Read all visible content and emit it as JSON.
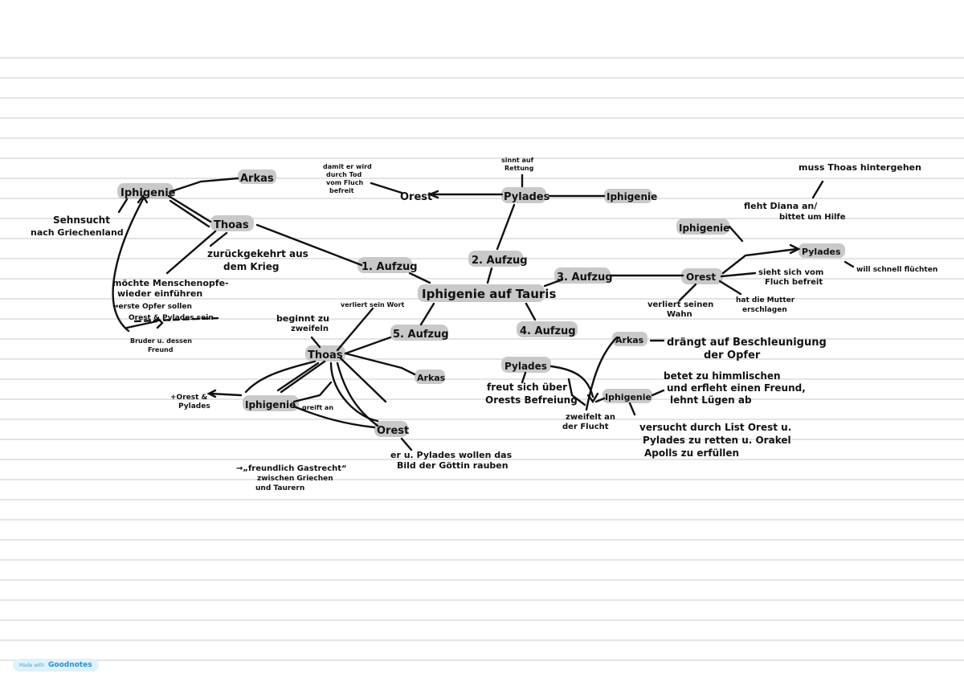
{
  "center": "Iphigenie auf Tauris",
  "acts": [
    "1. Aufzug",
    "2. Aufzug",
    "3. Aufzug",
    "4. Aufzug",
    "5. Aufzug"
  ],
  "a1": {
    "iphigenie": "Iphigenie",
    "arkas": "Arkas",
    "thoas": "Thoas",
    "sehnsucht1": "Sehnsucht",
    "sehnsucht2": "nach Griechenland",
    "zurueck1": "zurückgekehrt aus",
    "zurueck2": "dem Krieg",
    "moechte1": "möchte Menschenopfe-",
    "moechte2": "wieder einführen",
    "opfer1": "→erste Opfer sollen",
    "opfer2": "Orest & Pylades sein",
    "bruder1": "Bruder u. dessen",
    "bruder2": "Freund"
  },
  "a2": {
    "orest": "Orest",
    "pylades": "Pylades",
    "iphigenie": "Iphigenie",
    "fluch1": "damit er wird",
    "fluch2": "durch Tod",
    "fluch3": "vom Fluch",
    "fluch4": "befreit",
    "rettung1": "sinnt auf",
    "rettung2": "Rettung"
  },
  "a3": {
    "iphigenie": "Iphigenie",
    "orest": "Orest",
    "pylades": "Pylades",
    "thoas1": "muss Thoas hintergehen",
    "diana1": "fleht Diana an/",
    "diana2": "bittet um Hilfe",
    "fluch1": "sieht sich vom",
    "fluch2": "Fluch befreit",
    "flucht": "will schnell flüchten",
    "wahn1": "verliert seinen",
    "wahn2": "Wahn",
    "mutter1": "hat die Mutter",
    "mutter2": "erschlagen"
  },
  "a4": {
    "arkas": "Arkas",
    "pylades": "Pylades",
    "iphigenie": "Iphigenie",
    "drang1": "drängt auf Beschleunigung",
    "drang2": "der Opfer",
    "freut1": "freut sich über",
    "freut2": "Orests Befreiung",
    "zweifelt1": "zweifelt an",
    "zweifelt2": "der Flucht",
    "betet1": "betet zu himmlischen",
    "betet2": "und erfleht einen Freund,",
    "betet3": "lehnt Lügen ab",
    "list1": "versucht durch List Orest u.",
    "list2": "Pylades zu retten u. Orakel",
    "list3": "Apolls zu erfüllen"
  },
  "a5": {
    "thoas": "Thoas",
    "arkas": "Arkas",
    "iphigenie": "Iphigenie",
    "orest": "Orest",
    "beginnt1": "beginnt zu",
    "beginnt2": "zweifeln",
    "verliert": "verliert sein Wort",
    "griechen1": "+Orest &",
    "griechen2": "Pylades",
    "bild1": "er u. Pylades wollen das",
    "bild2": "Bild der Göttin rauben",
    "freund1": "→„freundlich Gastrecht“",
    "freund2": "zwischen Griechen",
    "freund3": "und Taurern",
    "greift": "greift an"
  },
  "footer": {
    "made_with": "Made with",
    "brand": "Goodnotes"
  }
}
